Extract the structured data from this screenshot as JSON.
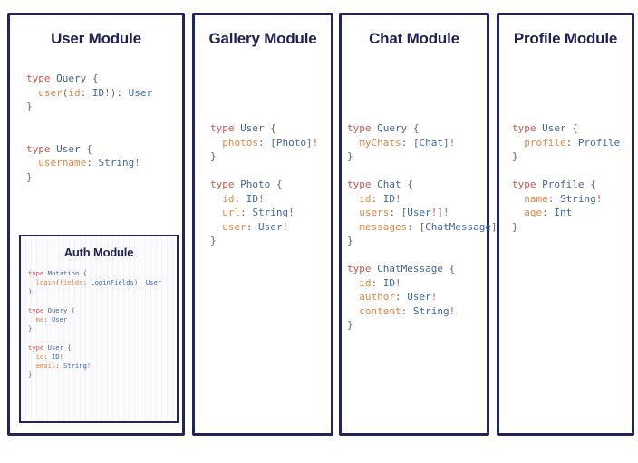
{
  "diagram": {
    "type": "graphql-schema-module-boards",
    "background": "#ffffff",
    "colors": {
      "panel_border": "#22245c",
      "title": "#1f2150",
      "keyword": "#c8544f",
      "type_name": "#46638f",
      "field_name": "#e08542",
      "type_ref": "#3d6aa8",
      "punctuation": "#666666",
      "non_null": "#c8544f"
    }
  },
  "panels": [
    {
      "id": "user",
      "title": "User Module",
      "code_lines": [
        "type Query {",
        "  user(id: ID!): User",
        "}",
        "",
        "",
        "type User {",
        "  username: String!",
        "}"
      ],
      "nested": {
        "id": "auth",
        "title": "Auth Module",
        "code_lines": [
          "type Mutation {",
          "  login(fields: LoginFields): User",
          "}",
          "",
          "type Query {",
          "  me: User",
          "}",
          "",
          "type User {",
          "  id: ID!",
          "  email: String!",
          "}"
        ]
      }
    },
    {
      "id": "gallery",
      "title": "Gallery Module",
      "code_lines": [
        "type User {",
        "  photos: [Photo]!",
        "}",
        "",
        "type Photo {",
        "  id: ID!",
        "  url: String!",
        "  user: User!",
        "}"
      ]
    },
    {
      "id": "chat",
      "title": "Chat Module",
      "code_lines": [
        "type Query {",
        "  myChats: [Chat]!",
        "}",
        "",
        "type Chat {",
        "  id: ID!",
        "  users: [User!]!",
        "  messages: [ChatMessage]!",
        "}",
        "",
        "type ChatMessage {",
        "  id: ID!",
        "  author: User!",
        "  content: String!",
        "}"
      ]
    },
    {
      "id": "profile",
      "title": "Profile Module",
      "code_lines": [
        "type User {",
        "  profile: Profile!",
        "}",
        "",
        "type Profile {",
        "  name: String!",
        "  age: Int",
        "}"
      ]
    }
  ]
}
